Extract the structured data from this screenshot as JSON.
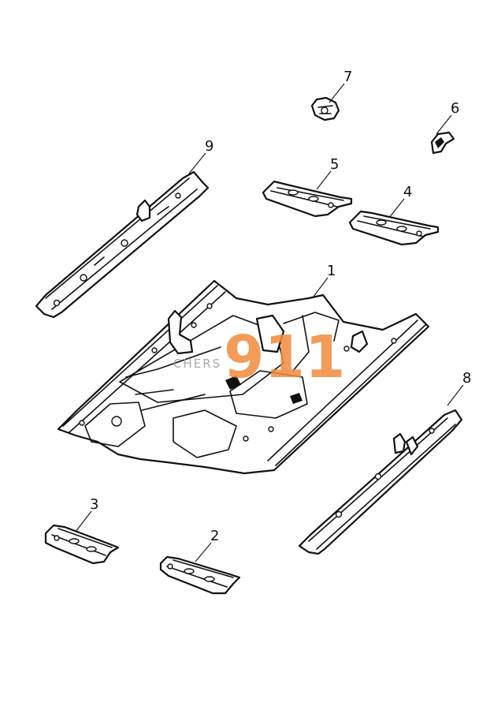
{
  "diagram": {
    "callouts": [
      {
        "id": "1",
        "label": "1"
      },
      {
        "id": "2",
        "label": "2"
      },
      {
        "id": "3",
        "label": "3"
      },
      {
        "id": "4",
        "label": "4"
      },
      {
        "id": "5",
        "label": "5"
      },
      {
        "id": "6",
        "label": "6"
      },
      {
        "id": "7",
        "label": "7"
      },
      {
        "id": "8",
        "label": "8"
      },
      {
        "id": "9",
        "label": "9"
      }
    ],
    "watermark": {
      "logo_text": "911",
      "sub_text": "CHERS",
      "color": "#f28a3c"
    }
  }
}
